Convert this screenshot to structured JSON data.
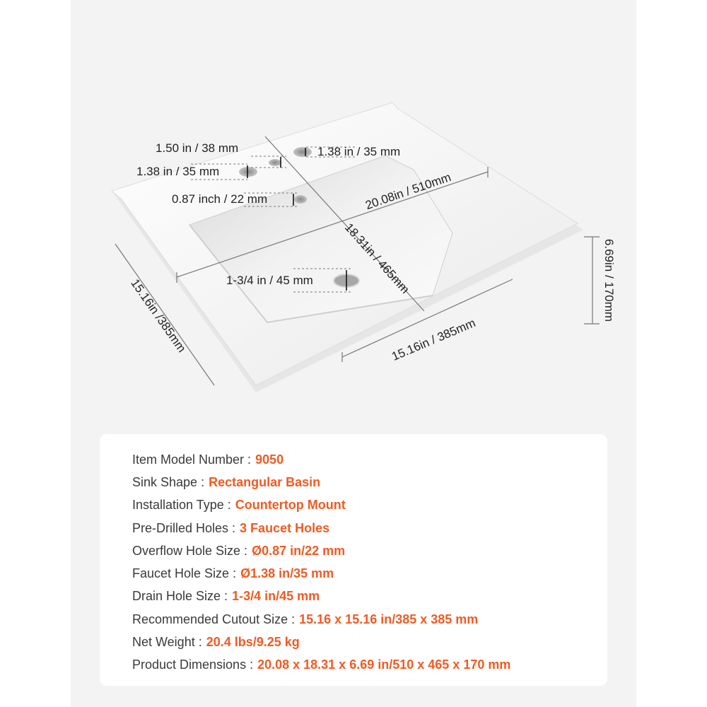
{
  "dimensions": {
    "faucet_spacing": "1.50 in / 38 mm",
    "faucet_hole_right": "1.38 in / 35 mm",
    "faucet_hole_left": "1.38 in / 35 mm",
    "overflow_hole": "0.87 inch / 22 mm",
    "width": "20.08in / 510mm",
    "depth": "18.31in / 465mm",
    "drain_hole": "1-3/4 in / 45 mm",
    "side_left": "15.16in /385mm",
    "side_bottom": "15.16in / 385mm",
    "height": "6.69in  /  170mm"
  },
  "specs": [
    {
      "label": "Item Model Number :",
      "value": "9050"
    },
    {
      "label": "Sink Shape :",
      "value": "Rectangular Basin"
    },
    {
      "label": "Installation Type :",
      "value": "Countertop Mount"
    },
    {
      "label": "Pre-Drilled Holes :",
      "value": "3 Faucet Holes"
    },
    {
      "label": "Overflow Hole Size :",
      "value": "Ø0.87 in/22 mm"
    },
    {
      "label": "Faucet Hole Size :",
      "value": "Ø1.38 in/35 mm"
    },
    {
      "label": "Drain Hole Size :",
      "value": "1-3/4 in/45 mm"
    },
    {
      "label": "Recommended Cutout Size :",
      "value": "15.16 x 15.16 in/385 x 385 mm"
    },
    {
      "label": "Net Weight :",
      "value": "20.4 lbs/9.25 kg"
    },
    {
      "label": "Product Dimensions :",
      "value": "20.08 x 18.31 x 6.69 in/510 x 465 x 170 mm"
    }
  ],
  "colors": {
    "accent": "#f25a22",
    "label": "#3a3a3a",
    "background": "#f3f3f3"
  }
}
